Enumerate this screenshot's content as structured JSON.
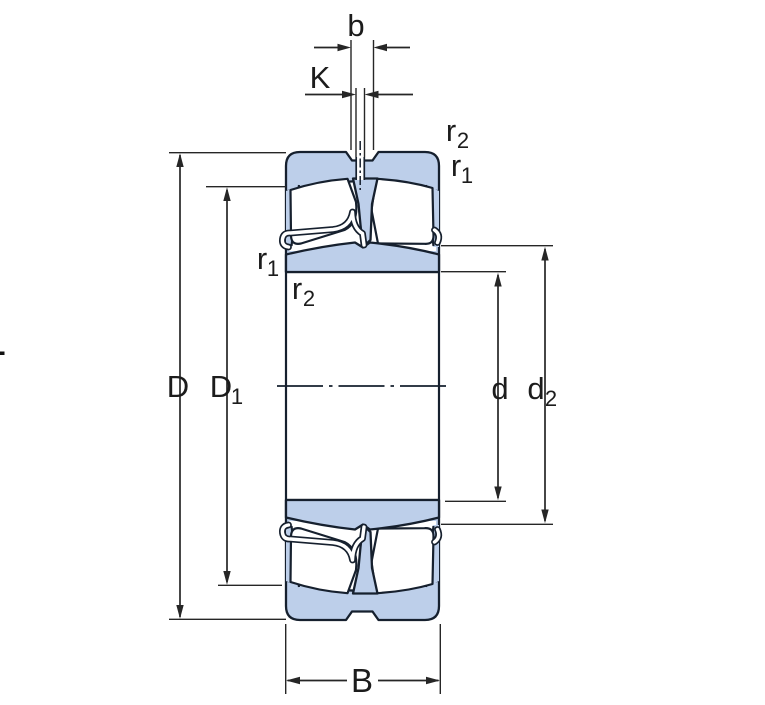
{
  "diagram": {
    "type": "technical-drawing",
    "colors": {
      "ring_fill": "#bdcfea",
      "outline": "#16202e",
      "dim": "#262626",
      "text": "#1c1c1c"
    },
    "labels": {
      "b": "b",
      "K": "K",
      "B": "B",
      "D": "D",
      "d": "d",
      "D1": {
        "base": "D",
        "sub": "1"
      },
      "d2": {
        "base": "d",
        "sub": "2"
      },
      "r1_top": {
        "base": "r",
        "sub": "1"
      },
      "r2_top": {
        "base": "r",
        "sub": "2"
      },
      "r1_left": {
        "base": "r",
        "sub": "1"
      },
      "r2_left": {
        "base": "r",
        "sub": "2"
      }
    }
  }
}
